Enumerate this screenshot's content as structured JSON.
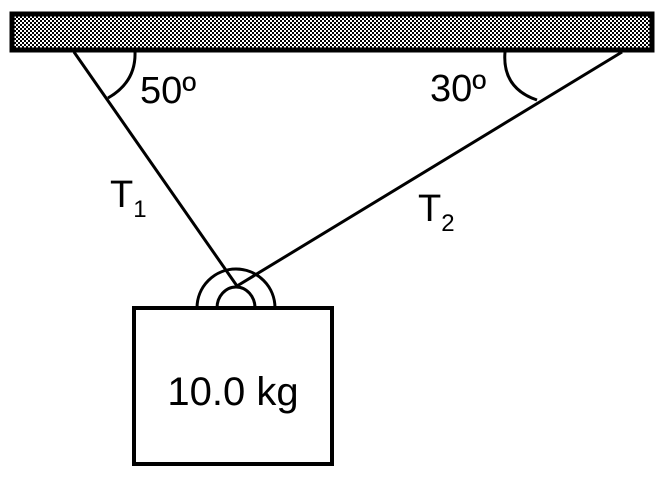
{
  "angles": {
    "left": "50º",
    "right": "30º"
  },
  "tensions": {
    "t1_letter": "T",
    "t1_sub": "1",
    "t2_letter": "T",
    "t2_sub": "2"
  },
  "mass_label": "10.0 kg"
}
